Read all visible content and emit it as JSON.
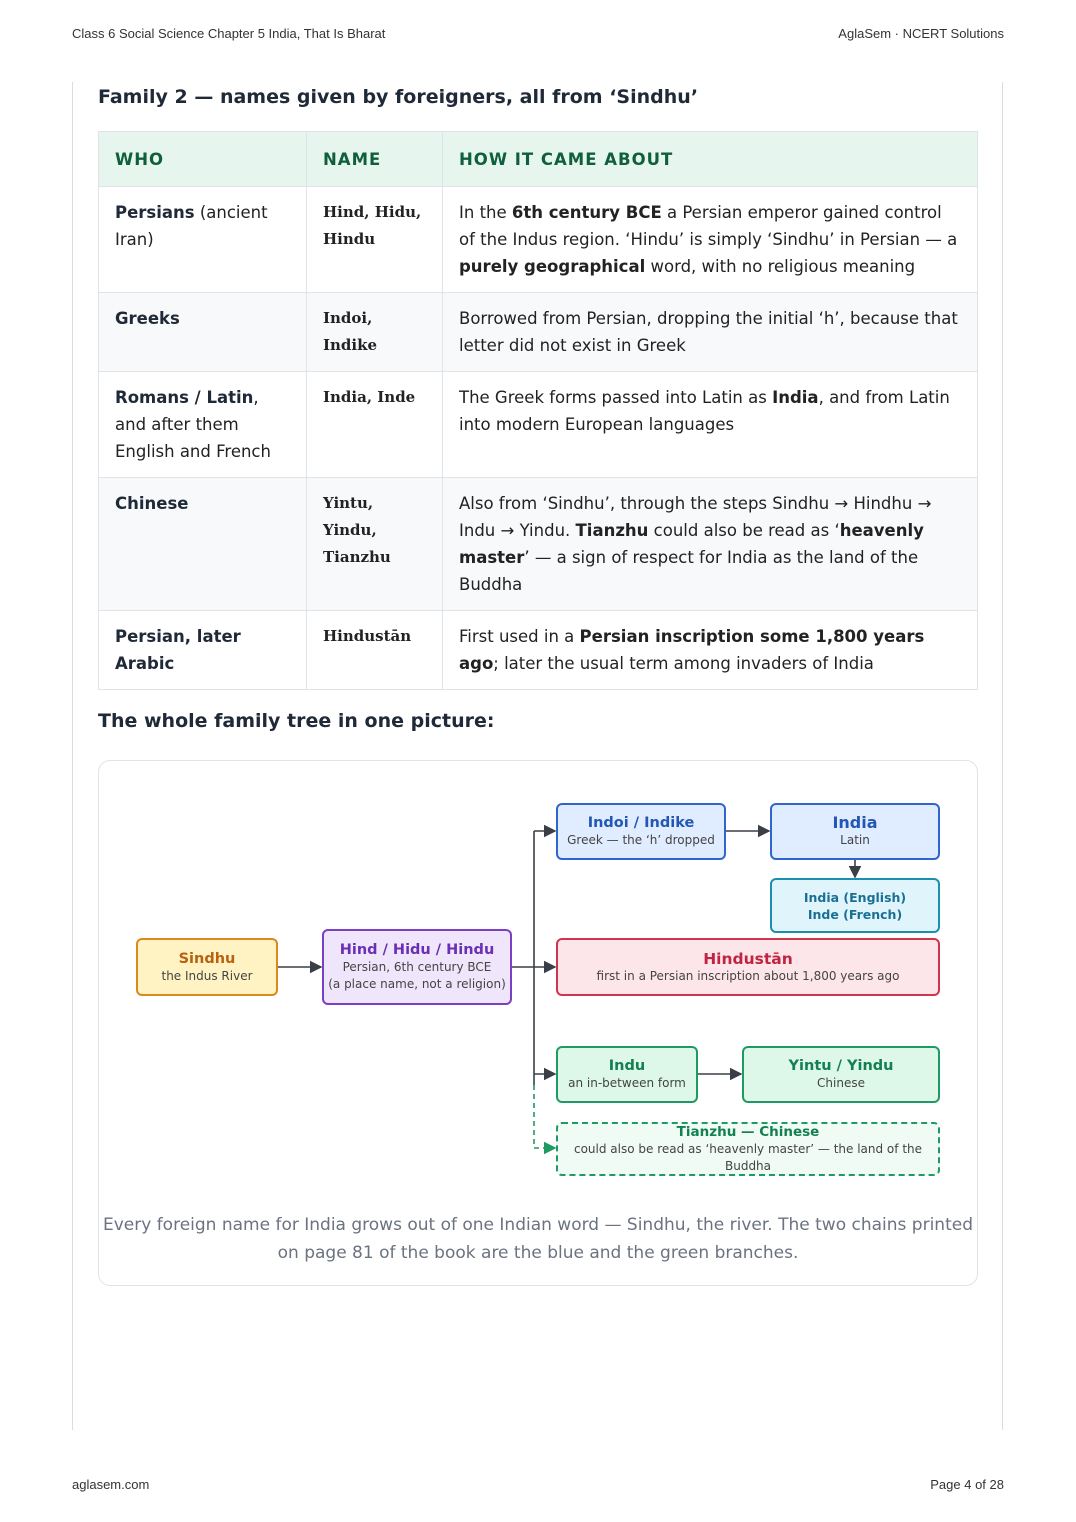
{
  "header": {
    "left": "Class 6 Social Science Chapter 5 India, That Is Bharat",
    "right": "AglaSem · NCERT Solutions"
  },
  "footer": {
    "left": "aglasem.com",
    "right": "Page 4 of 28"
  },
  "section1": {
    "title": "Family 2 — names given by foreigners, all from ‘Sindhu’"
  },
  "table": {
    "headers": [
      "WHO",
      "NAME",
      "HOW IT CAME ABOUT"
    ],
    "rows": [
      {
        "who_bold": "Persians",
        "who_rest": " (ancient Iran)",
        "name": "Hind, Hidu, Hindu",
        "how": [
          {
            "t": "In the "
          },
          {
            "t": "6th century BCE",
            "b": true
          },
          {
            "t": " a Persian emperor gained control of the Indus region. ‘Hindu’ is simply ‘Sindhu’ in Persian — a "
          },
          {
            "t": "purely geographical",
            "b": true
          },
          {
            "t": " word, with no religious meaning"
          }
        ]
      },
      {
        "who_bold": "Greeks",
        "who_rest": "",
        "name": "Indoi, Indike",
        "how": [
          {
            "t": "Borrowed from Persian, dropping the initial ‘h’, because that letter did not exist in Greek"
          }
        ]
      },
      {
        "who_bold": "Romans / Latin",
        "who_rest": ", and after them English and French",
        "name": "India, Inde",
        "how": [
          {
            "t": "The Greek forms passed into Latin as "
          },
          {
            "t": "India",
            "b": true
          },
          {
            "t": ", and from Latin into modern European languages"
          }
        ]
      },
      {
        "who_bold": "Chinese",
        "who_rest": "",
        "name": "Yintu, Yindu, Tianzhu",
        "how": [
          {
            "t": "Also from ‘Sindhu’, through the steps Sindhu → Hindhu → Indu → Yindu. "
          },
          {
            "t": "Tianzhu",
            "b": true
          },
          {
            "t": " could also be read as ‘"
          },
          {
            "t": "heavenly master",
            "b": true
          },
          {
            "t": "’ — a sign of respect for India as the land of the Buddha"
          }
        ]
      },
      {
        "who_bold": "Persian, later Arabic",
        "who_rest": "",
        "name": "Hindustān",
        "how": [
          {
            "t": "First used in a "
          },
          {
            "t": "Persian inscription some 1,800 years ago",
            "b": true
          },
          {
            "t": "; later the usual term among invaders of India"
          }
        ]
      }
    ]
  },
  "section2": {
    "title": "The whole family tree in one picture:"
  },
  "diagram": {
    "nodes": {
      "sindhu": {
        "title": "Sindhu",
        "sub": "the Indus River"
      },
      "hind": {
        "title": "Hind / Hidu / Hindu",
        "sub1": "Persian, 6th century BCE",
        "sub2": "(a place name, not a religion)"
      },
      "indoi": {
        "title": "Indoi / Indike",
        "sub": "Greek — the ‘h’ dropped"
      },
      "india": {
        "title": "India",
        "sub": "Latin"
      },
      "india_en": {
        "line1": "India (English)",
        "line2": "Inde (French)"
      },
      "hindustan": {
        "title": "Hindustān",
        "sub": "first in a Persian inscription about 1,800 years ago"
      },
      "indu": {
        "title": "Indu",
        "sub": "an in-between form"
      },
      "yintu": {
        "title": "Yintu / Yindu",
        "sub": "Chinese"
      },
      "tianzhu": {
        "title": "Tianzhu — Chinese",
        "sub": "could also be read as ‘heavenly master’ — the land of the Buddha"
      }
    },
    "caption": "Every foreign name for India grows out of one Indian word — Sindhu, the river. The two chains printed on page 81 of the book are the blue and the green branches.",
    "colors": {
      "yellow": "#d98a1c",
      "purple": "#7b3fc4",
      "blue": "#2f66c8",
      "teal": "#1b8fb0",
      "red": "#d0344f",
      "green": "#1f9a62"
    }
  }
}
